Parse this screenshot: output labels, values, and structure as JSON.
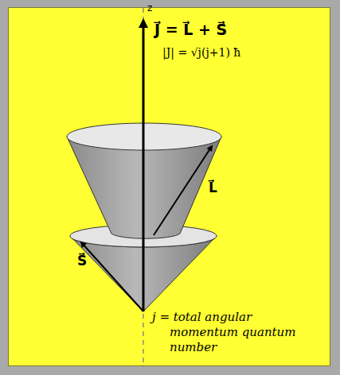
{
  "diagram": {
    "labels": [
      "z",
      "J⃗ = L⃗ + S⃗",
      "|J| = √j(j+1) ħ",
      "L⃗",
      "S⃗",
      "j = total angular momentum quantum number"
    ]
  }
}
